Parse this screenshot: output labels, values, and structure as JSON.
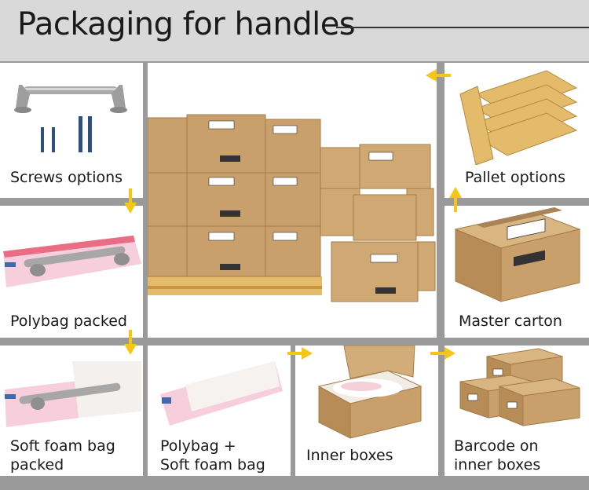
{
  "title": "Packaging for handles",
  "panels": {
    "screws": "Screws options",
    "polybag": "Polybag packed",
    "foam": [
      "Soft foam bag",
      "packed"
    ],
    "polybag_foam": [
      "Polybag +",
      "Soft foam bag"
    ],
    "inner": "Inner boxes",
    "barcode": [
      "Barcode on",
      "inner boxes"
    ],
    "pallet": "Pallet options",
    "master": "Master carton"
  },
  "colors": {
    "arrow": "#f5c518",
    "cardboard": "#c9a06b",
    "pallet": "#e3bb6a"
  }
}
